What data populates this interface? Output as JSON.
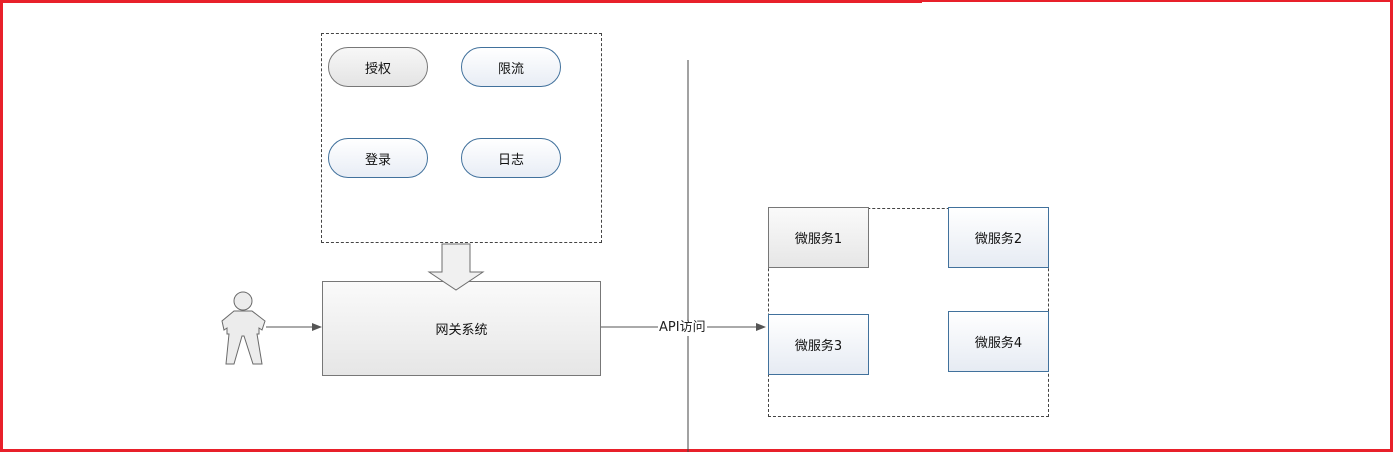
{
  "diagram": {
    "features": {
      "auth": "授权",
      "rate_limit": "限流",
      "login": "登录",
      "log": "日志"
    },
    "gateway": "网关系统",
    "connector_label": "API访问",
    "services": [
      "微服务1",
      "微服务2",
      "微服务3",
      "微服务4"
    ],
    "colors": {
      "frame": "#e8202a",
      "shape_blue_border": "#41719c",
      "shape_gray_border": "#777777"
    }
  }
}
